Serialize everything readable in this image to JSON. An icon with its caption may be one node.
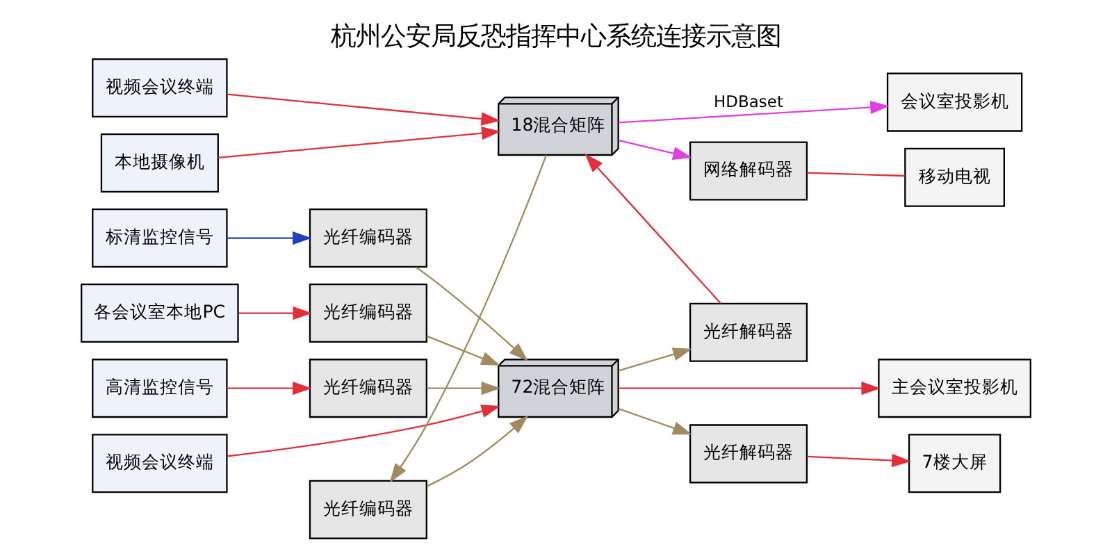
{
  "diagram": {
    "title": "杭州公安局反恐指挥中心系统连接示意图",
    "nodes": [
      {
        "text": [
          "各会议室本地PC"
        ]
      },
      {
        "text": [
          "光纤编码器"
        ]
      },
      {
        "text": [
          "标清监控信号"
        ]
      },
      {
        "text": [
          "光纤编码器"
        ]
      },
      {
        "text": [
          "高清监控信号"
        ]
      },
      {
        "text": [
          "光纤编码器"
        ]
      },
      {
        "text": [
          "视频会议终端"
        ]
      },
      {
        "text": [
          "光纤编码器"
        ]
      },
      {
        "text": [
          "72混合矩阵"
        ]
      },
      {
        "text": [
          "主会议室投影机"
        ]
      },
      {
        "text": [
          "光纤解码器"
        ]
      },
      {
        "text": [
          "7楼大屏"
        ]
      },
      {
        "text": [
          "光纤解码器"
        ]
      },
      {
        "text": [
          "会议室投影机"
        ]
      },
      {
        "text": [
          "视频会议终端"
        ]
      },
      {
        "text": [
          "本地摄像机"
        ]
      },
      {
        "text": [
          "18混合矩阵"
        ]
      },
      {
        "text": [
          "网络解码器"
        ]
      },
      {
        "text": [
          "移动电视"
        ]
      }
    ],
    "edges": [
      {
        "from": 0,
        "to": 1,
        "arrow": "to"
      },
      {
        "from": 2,
        "to": 3,
        "arrow": "to",
        "color": "#2040c0"
      },
      {
        "from": 4,
        "to": 5,
        "arrow": "to"
      },
      {
        "from": 1,
        "to": 8,
        "arrow": "to",
        "color": "#a08a60"
      },
      {
        "from": 3,
        "to": 8,
        "arrow": "to",
        "color": "#a08a60"
      },
      {
        "from": 5,
        "to": 8,
        "arrow": "to",
        "color": "#a08a60"
      },
      {
        "from": 6,
        "to": 8,
        "arrow": "to"
      },
      {
        "from": 7,
        "to": 8,
        "arrow": "to",
        "color": "#a08a60"
      },
      {
        "from": 8,
        "to": 9,
        "arrow": "to"
      },
      {
        "from": 8,
        "to": 10,
        "arrow": "to",
        "color": "#a08a60"
      },
      {
        "from": 8,
        "to": 12,
        "arrow": "to",
        "color": "#a08a60"
      },
      {
        "from": 10,
        "to": 11,
        "arrow": "to"
      },
      {
        "from": 16,
        "to": 7,
        "arrow": "to",
        "color": "#a08a60"
      },
      {
        "from": 12,
        "to": 16,
        "arrow": "to"
      },
      {
        "from": 14,
        "to": 16,
        "arrow": "to"
      },
      {
        "from": 15,
        "to": 16,
        "arrow": "to"
      },
      {
        "from": 16,
        "to": 13,
        "arrow": "to",
        "label": "HDBaset",
        "color": "#e040e0"
      },
      {
        "from": 16,
        "to": 17,
        "arrow": "to",
        "color": "#e040e0"
      },
      {
        "from": 17,
        "to": 18,
        "arrow": "none"
      }
    ]
  }
}
